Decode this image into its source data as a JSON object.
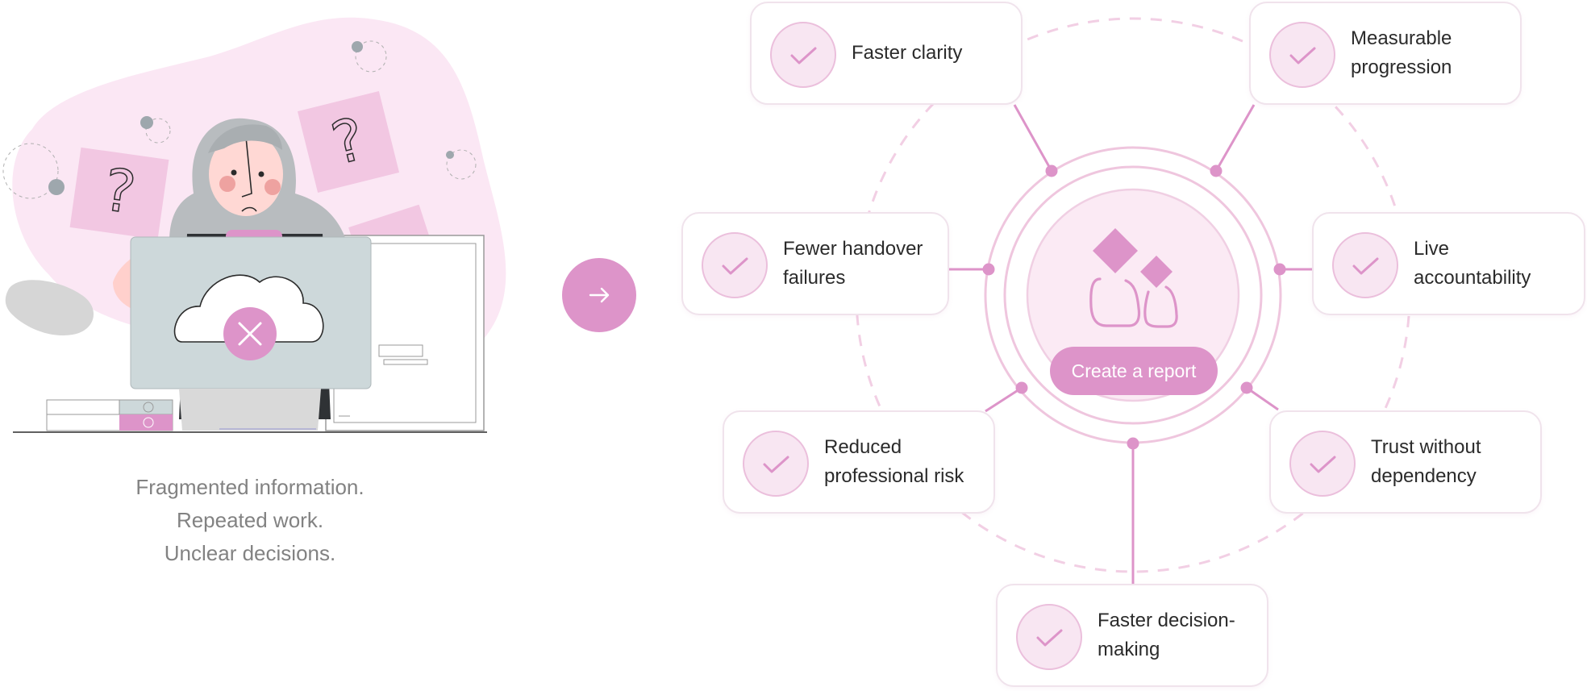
{
  "left_panel": {
    "caption": [
      "Fragmented information.",
      "Repeated work.",
      "Unclear decisions."
    ],
    "illustration_icon": "confused-person-offline-laptop-icon",
    "arrow_icon": "arrow-right-icon"
  },
  "hub": {
    "button_label": "Create a report",
    "icon": "diamond-bags-icon"
  },
  "outcomes": [
    {
      "line1": "Faster clarity",
      "line2": "",
      "icon": "check-icon"
    },
    {
      "line1": "Measurable",
      "line2": "progression",
      "icon": "check-icon"
    },
    {
      "line1": "Fewer handover",
      "line2": "failures",
      "icon": "check-icon"
    },
    {
      "line1": "Live",
      "line2": "accountability",
      "icon": "check-icon"
    },
    {
      "line1": "Reduced",
      "line2": "professional risk",
      "icon": "check-icon"
    },
    {
      "line1": "Trust without",
      "line2": "dependency",
      "icon": "check-icon"
    },
    {
      "line1": "Faster decision-",
      "line2": "making",
      "icon": "check-icon"
    }
  ],
  "colors": {
    "accent": "#dd94c9",
    "accent_light": "#f8e6f2",
    "accent_border": "#ebbfdc",
    "card_border": "#f0e3ec",
    "text_dark": "#2b2b2b",
    "text_muted": "#828282"
  }
}
